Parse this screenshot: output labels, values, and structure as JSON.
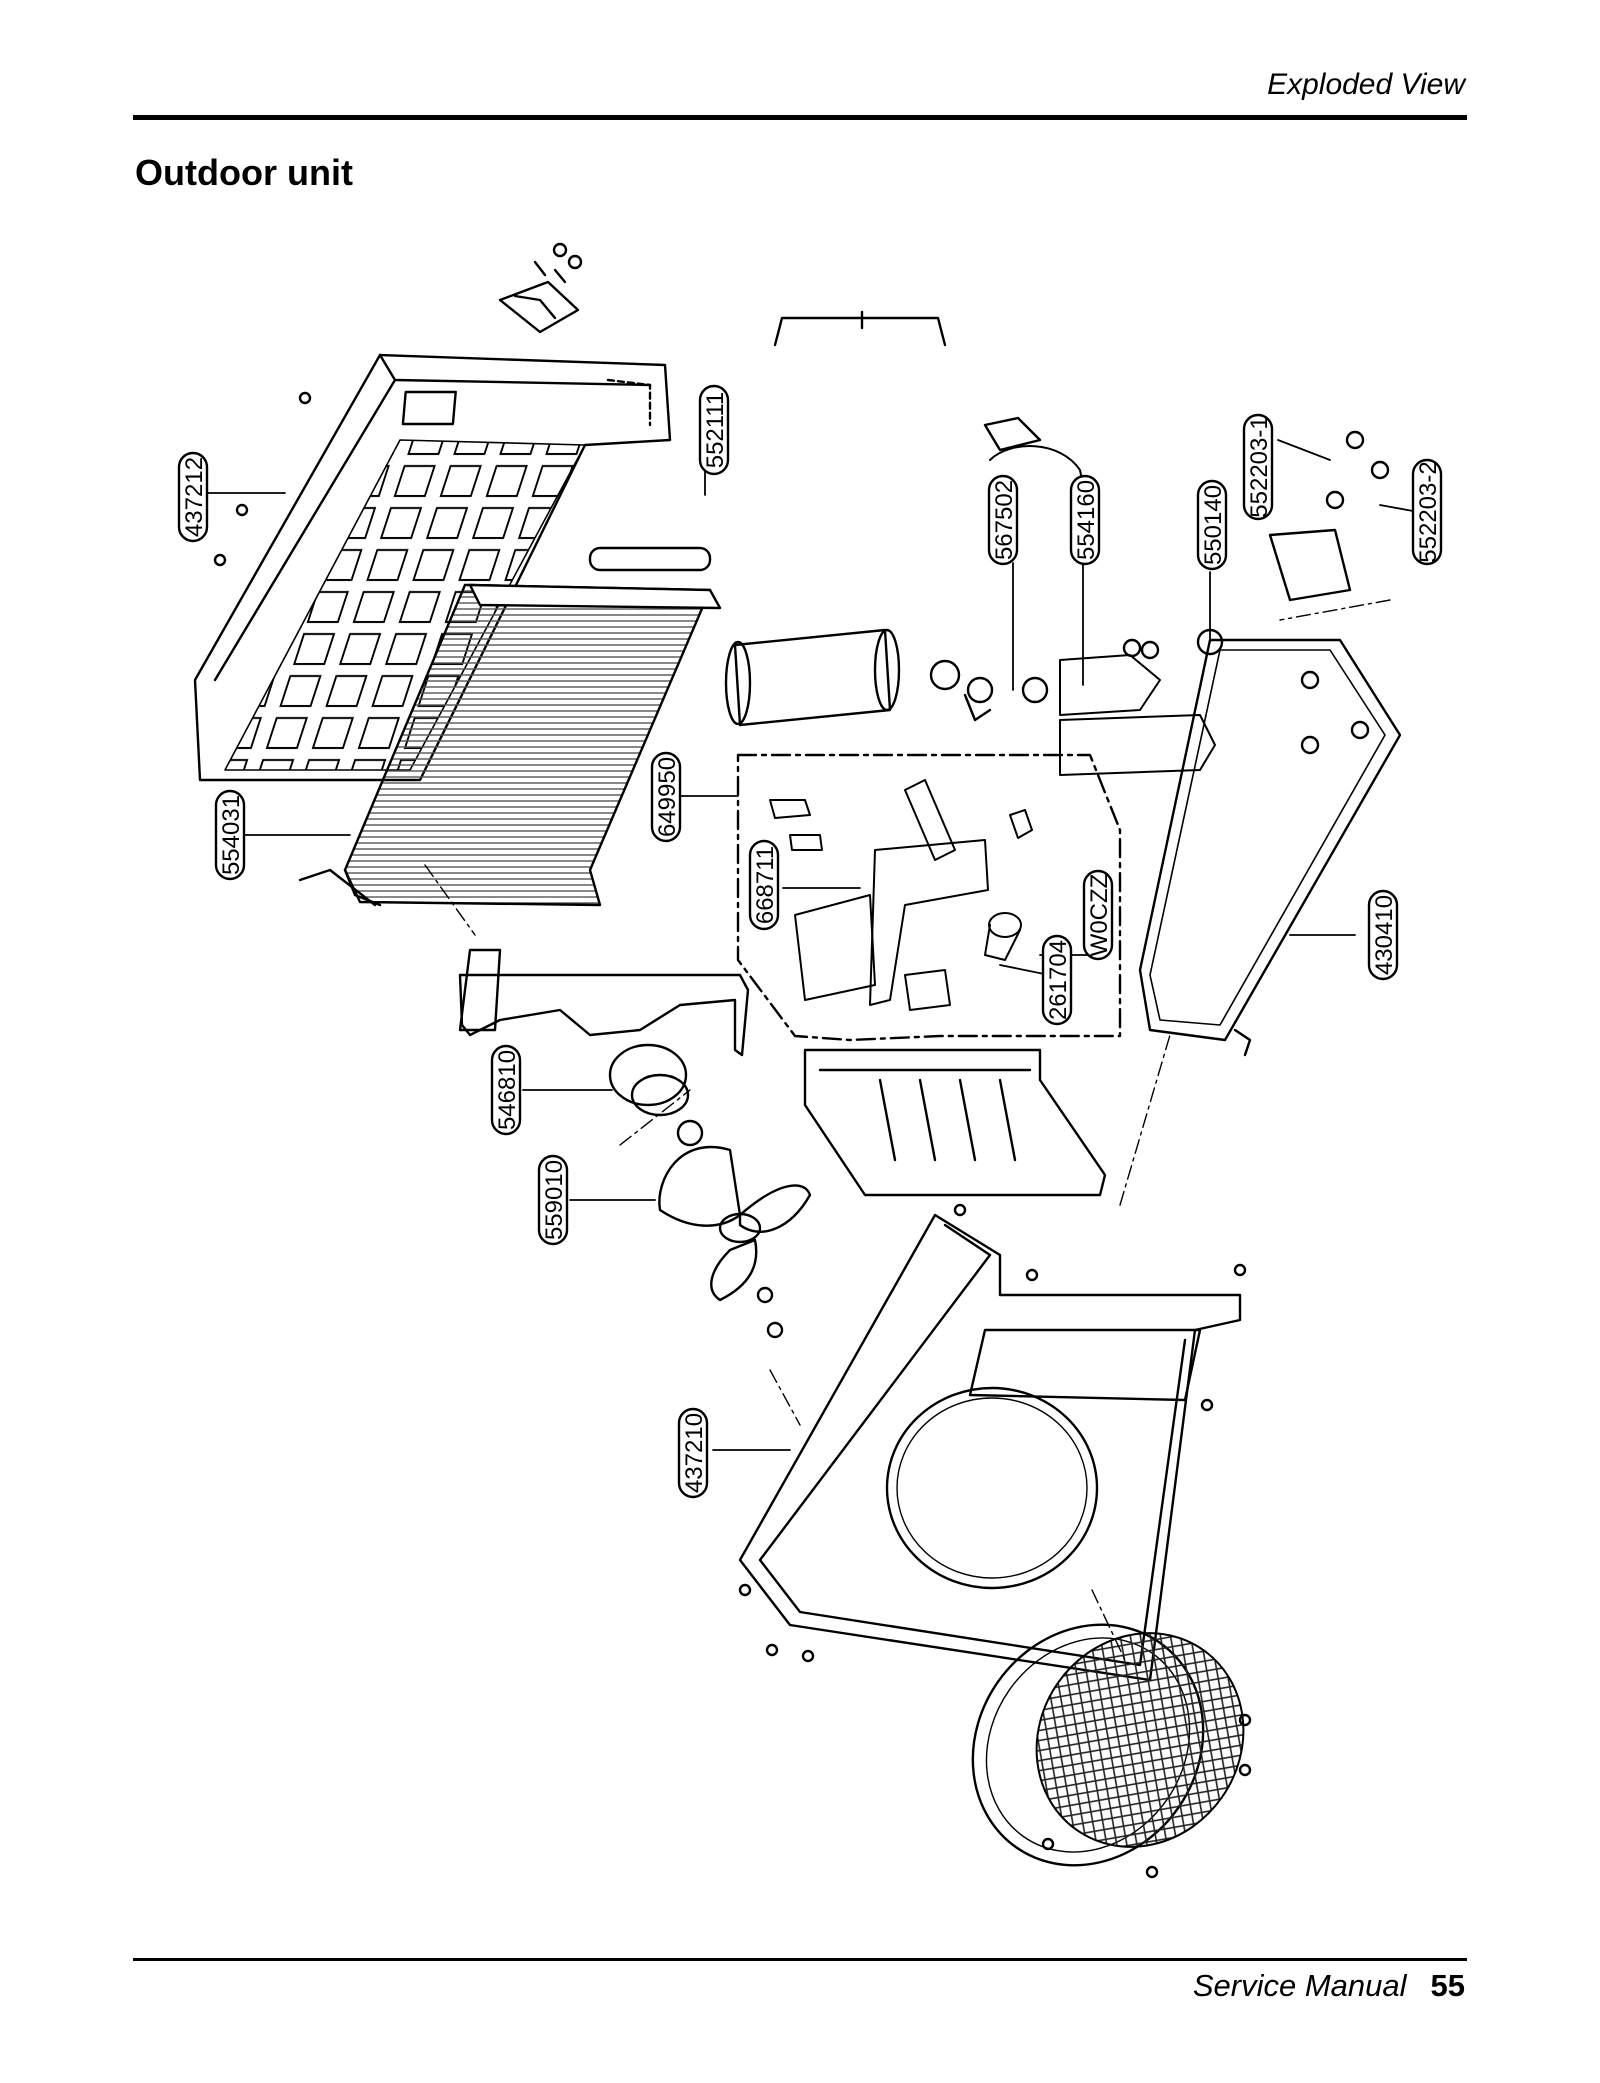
{
  "header": {
    "section": "Exploded View"
  },
  "page_title": "Outdoor unit",
  "footer": {
    "manual": "Service Manual",
    "page_number": "55"
  },
  "part_labels": {
    "p437212": "437212",
    "p552111": "552111",
    "p567502": "567502",
    "p554160": "554160",
    "p550140": "550140",
    "p552203_1": "552203-1",
    "p552203_2": "552203-2",
    "p554031": "554031",
    "p649950": "649950",
    "p668711": "668711",
    "pW0CZZ": "W0CZZ",
    "p261704": "261704",
    "p430410": "430410",
    "p546810": "546810",
    "p559010": "559010",
    "p437210": "437210"
  }
}
